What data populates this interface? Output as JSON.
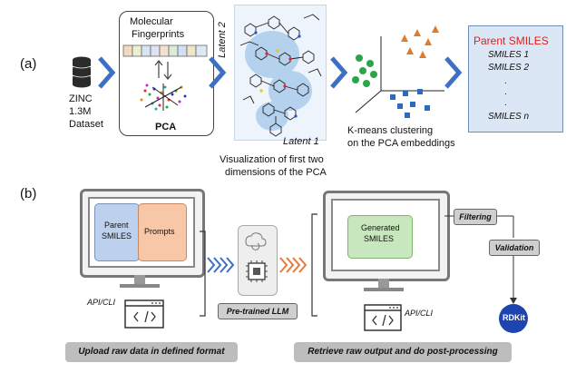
{
  "panel_a": {
    "letter": "(a)",
    "dataset_lines": [
      "ZINC",
      "1.3M",
      "Dataset"
    ],
    "fingerprints_title": [
      "Molecular",
      "Fingerprints"
    ],
    "pca_label": "PCA",
    "latent2": "Latent 2",
    "latent1": "Latent 1",
    "viz_caption": [
      "Visualization of first two",
      "dimensions of the PCA"
    ],
    "kmeans_caption": [
      "K-means clustering",
      "on the PCA embeddings"
    ],
    "smiles_box": {
      "title": "Parent SMILES",
      "items": [
        "SMILES 1",
        "SMILES 2",
        ".",
        ".",
        ".",
        "SMILES n"
      ]
    }
  },
  "panel_b": {
    "letter": "(b)",
    "parent_smiles": [
      "Parent",
      "SMILES"
    ],
    "prompts": "Prompts",
    "api_cli_left": "API/CLI",
    "api_cli_right": "API/CLI",
    "llm_label": "Pre-trained LLM",
    "generated_smiles": [
      "Generated",
      "SMILES"
    ],
    "filtering": "Filtering",
    "validation": "Validation",
    "rdkit": "RDKit",
    "upload_caption": "Upload raw data in defined format",
    "retrieve_caption": "Retrieve raw output and do post-processing"
  },
  "colors": {
    "arrow_blue": "#3d6fc2",
    "arrow_orange": "#e8793b",
    "parent_red": "#e0201b",
    "parent_box_blue": "#bdd1ee",
    "prompts_orange": "#f7c7a8",
    "generated_green": "#c9e7bf",
    "smiles_panel": "#dce7f5"
  }
}
